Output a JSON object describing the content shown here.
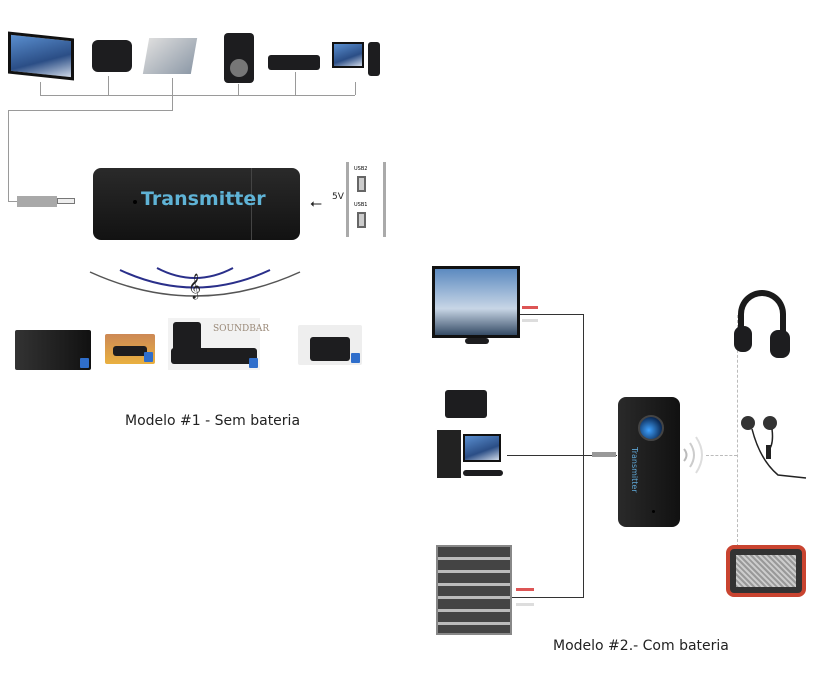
{
  "model1": {
    "device_label": "Transmitter",
    "usb_voltage": "5V",
    "port_labels": [
      "USB2",
      "USB1"
    ],
    "soundbar_label": "SOUNDBAR",
    "caption": "Modelo #1 - Sem bateria",
    "source_devices": [
      "tv-icon",
      "media-box-icon",
      "laptop-icon",
      "ipod-icon",
      "dvd-player-icon",
      "desktop-computer-icon"
    ],
    "receiver_devices": [
      "headphones-icon",
      "portable-speaker-icon",
      "soundbar-system-icon",
      "mini-hifi-icon"
    ]
  },
  "model2": {
    "device_label": "Transmitter",
    "caption": "Modelo #2.- Com bateria",
    "source_devices": [
      "tv-icon",
      "desktop-computer-icon",
      "amplifier-rack-icon"
    ],
    "receiver_devices": [
      "headphones-icon",
      "earphones-icon",
      "portable-speaker-icon"
    ]
  },
  "colors": {
    "accent": "#4aa3c8",
    "wave": "#2a2f8a"
  }
}
